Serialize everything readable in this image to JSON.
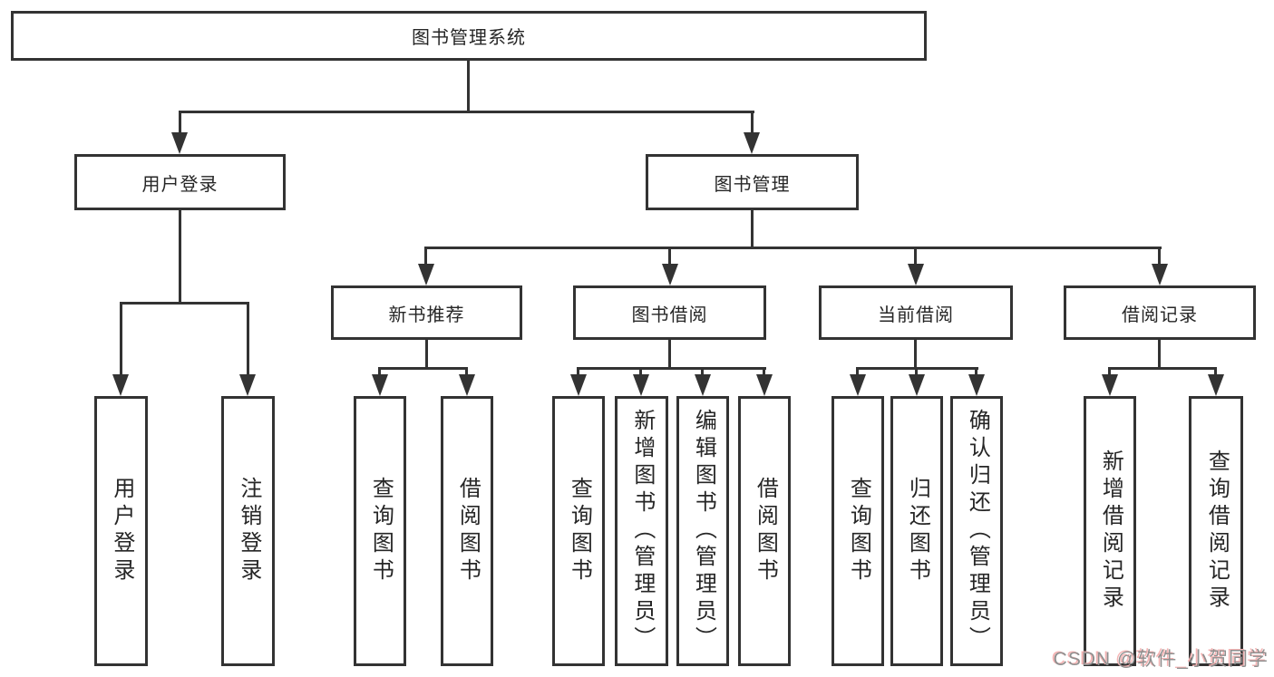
{
  "tree": {
    "root": {
      "label": "图书管理系统"
    },
    "user_login": {
      "label": "用户登录",
      "children": [
        {
          "label": "用户登录"
        },
        {
          "label": "注销登录"
        }
      ]
    },
    "book_management": {
      "label": "图书管理",
      "children": {
        "new_book_recommend": {
          "label": "新书推荐",
          "children": [
            {
              "label": "查询图书"
            },
            {
              "label": "借阅图书"
            }
          ]
        },
        "book_borrow": {
          "label": "图书借阅",
          "children": [
            {
              "label": "查询图书"
            },
            {
              "label": "新增图书（管理员）"
            },
            {
              "label": "编辑图书（管理员）"
            },
            {
              "label": "借阅图书"
            }
          ]
        },
        "current_borrow": {
          "label": "当前借阅",
          "children": [
            {
              "label": "查询图书"
            },
            {
              "label": "归还图书"
            },
            {
              "label": "确认归还（管理员）"
            }
          ]
        },
        "borrow_record": {
          "label": "借阅记录",
          "children": [
            {
              "label": "新增借阅记录"
            },
            {
              "label": "查询借阅记录"
            }
          ]
        }
      }
    }
  },
  "watermark": {
    "text": "CSDN @软件_小贺同学"
  },
  "colors": {
    "line": "#333333",
    "text": "#262626",
    "watermark": "#8f8f8f",
    "watermark_shadow": "#f5b4b4",
    "background": "#ffffff"
  }
}
